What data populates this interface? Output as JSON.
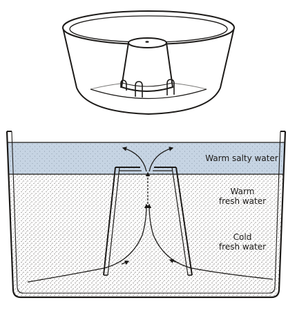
{
  "labels": {
    "warm_salty": "Warm salty water",
    "warm_fresh_line1": "Warm",
    "warm_fresh_line2": "fresh water",
    "cold_fresh_line1": "Cold",
    "cold_fresh_line2": "fresh water"
  },
  "colors": {
    "ink": "#1c1a18",
    "salty_water": "#c6d4e3",
    "stipple": "#3a3632"
  }
}
